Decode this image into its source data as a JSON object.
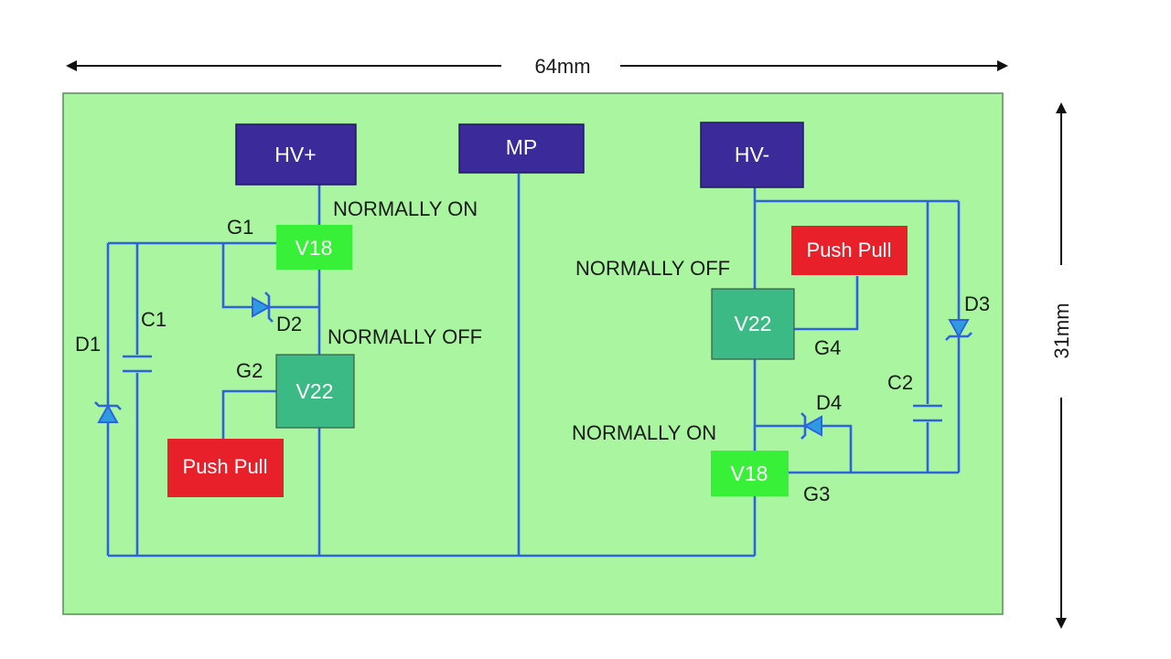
{
  "dimensions": {
    "width_label": "64mm",
    "height_label": "31mm"
  },
  "terminals": {
    "hv_plus": "HV+",
    "mp": "MP",
    "hv_minus": "HV-"
  },
  "left": {
    "v18": "V18",
    "v22": "V22",
    "g1": "G1",
    "g2": "G2",
    "c1": "C1",
    "d1": "D1",
    "d2": "D2",
    "normally_on": "NORMALLY ON",
    "normally_off": "NORMALLY OFF",
    "push_pull": "Push Pull"
  },
  "right": {
    "v22": "V22",
    "v18": "V18",
    "g3": "G3",
    "g4": "G4",
    "c2": "C2",
    "d3": "D3",
    "d4": "D4",
    "normally_off": "NORMALLY OFF",
    "normally_on": "NORMALLY ON",
    "push_pull": "Push Pull"
  },
  "colors": {
    "board": "#a9f5a0",
    "board_border": "#5c8a5c",
    "wire": "#2e63e0",
    "terminal": "#3a2a9a",
    "v18": "#38f038",
    "v22": "#3cba85",
    "push_pull": "#e8202a"
  }
}
